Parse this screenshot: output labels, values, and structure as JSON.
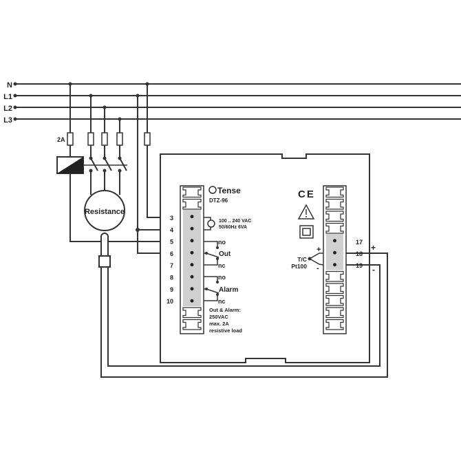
{
  "lines": {
    "n": "N",
    "l1": "L1",
    "l2": "L2",
    "l3": "L3"
  },
  "fuse_rating": "2A",
  "load": "Resistance",
  "device": {
    "brand": "Tense",
    "model": "DTZ-96",
    "supply_line1": "100 .. 240 VAC",
    "supply_line2": "50/60Hz 6VA",
    "out_label": "Out",
    "alarm_label": "Alarm",
    "no": "no",
    "nc": "nc",
    "rating_1": "Out & Alarm:",
    "rating_2": "250VAC",
    "rating_3": "max. 2A",
    "rating_4": "resistive load",
    "ce_mark": "CE",
    "sensor_1": "T/C",
    "sensor_2": "Pt100",
    "plus": "+",
    "minus": "-"
  },
  "left_terminals": [
    "3",
    "4",
    "5",
    "6",
    "7",
    "8",
    "9",
    "10"
  ],
  "right_terminals": [
    "17",
    "18",
    "19"
  ]
}
